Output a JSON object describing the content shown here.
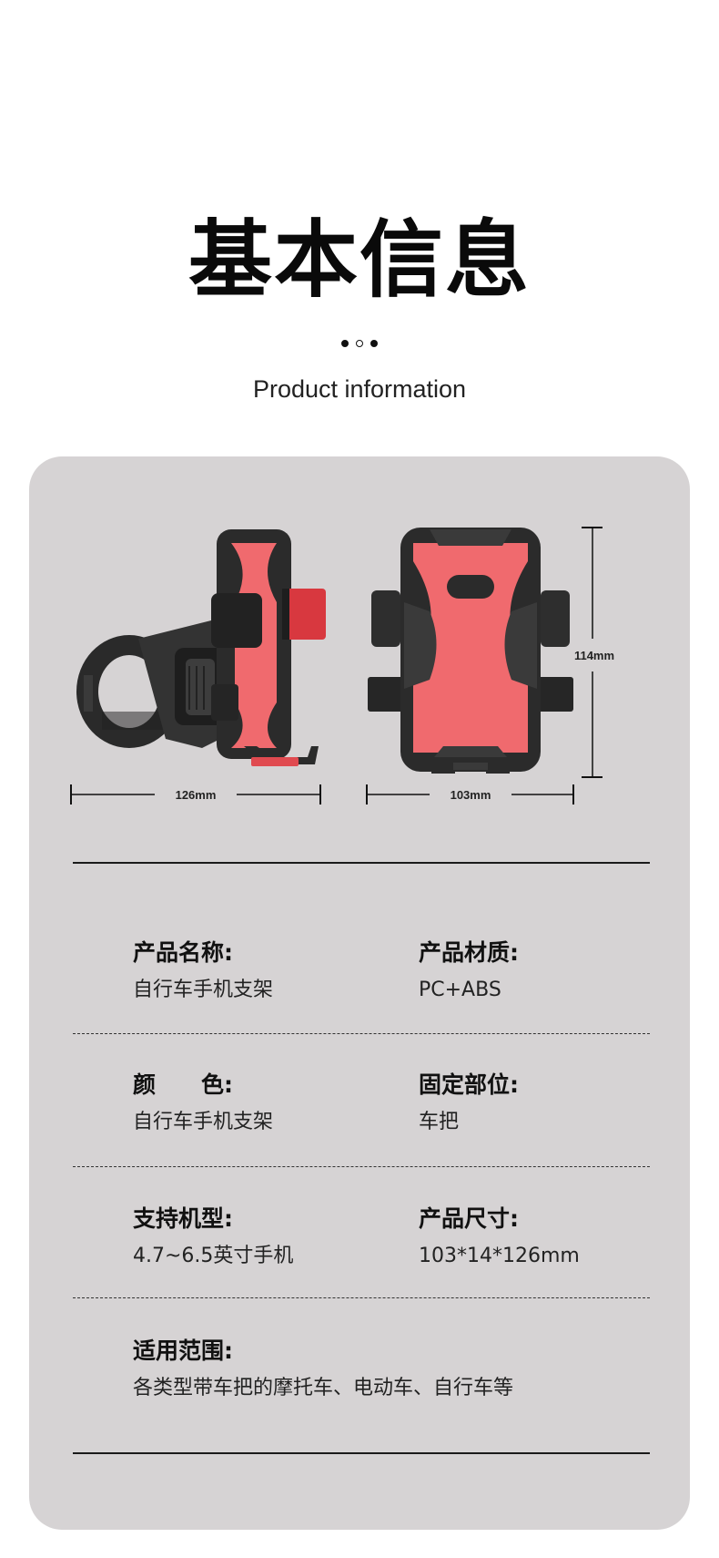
{
  "header": {
    "title": "基本信息",
    "subtitle": "Product information"
  },
  "dimensions": {
    "side_width": "126mm",
    "front_width": "103mm",
    "height": "114mm"
  },
  "specs": [
    {
      "label": "产品名称:",
      "value": "自行车手机支架"
    },
    {
      "label": "产品材质:",
      "value": "PC+ABS"
    },
    {
      "label": "颜　　色:",
      "value": "自行车手机支架"
    },
    {
      "label": "固定部位:",
      "value": "车把"
    },
    {
      "label": "支持机型:",
      "value": "4.7~6.5英寸手机"
    },
    {
      "label": "产品尺寸:",
      "value": "103*14*126mm"
    },
    {
      "label": "适用范围:",
      "value": "各类型带车把的摩托车、电动车、自行车等"
    }
  ],
  "colors": {
    "card_bg": "#d6d3d4",
    "accent_red": "#f06a6e",
    "holder_black": "#2b2b2b"
  }
}
